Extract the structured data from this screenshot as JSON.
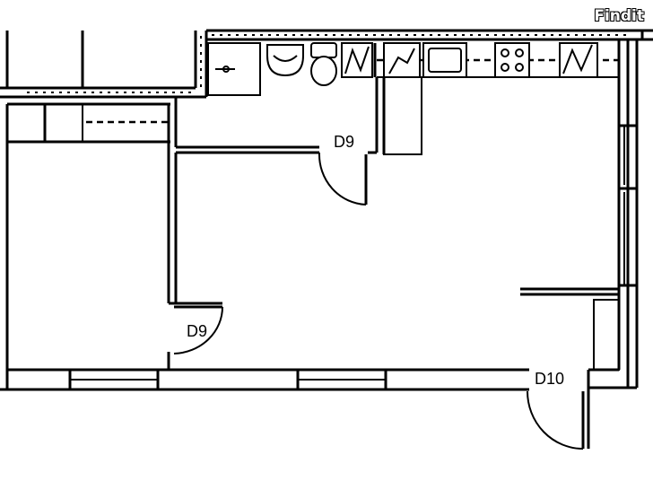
{
  "brand": {
    "logo_text": "Findit"
  },
  "doors": [
    {
      "label": "D9"
    },
    {
      "label": "D9"
    },
    {
      "label": "D10"
    }
  ]
}
